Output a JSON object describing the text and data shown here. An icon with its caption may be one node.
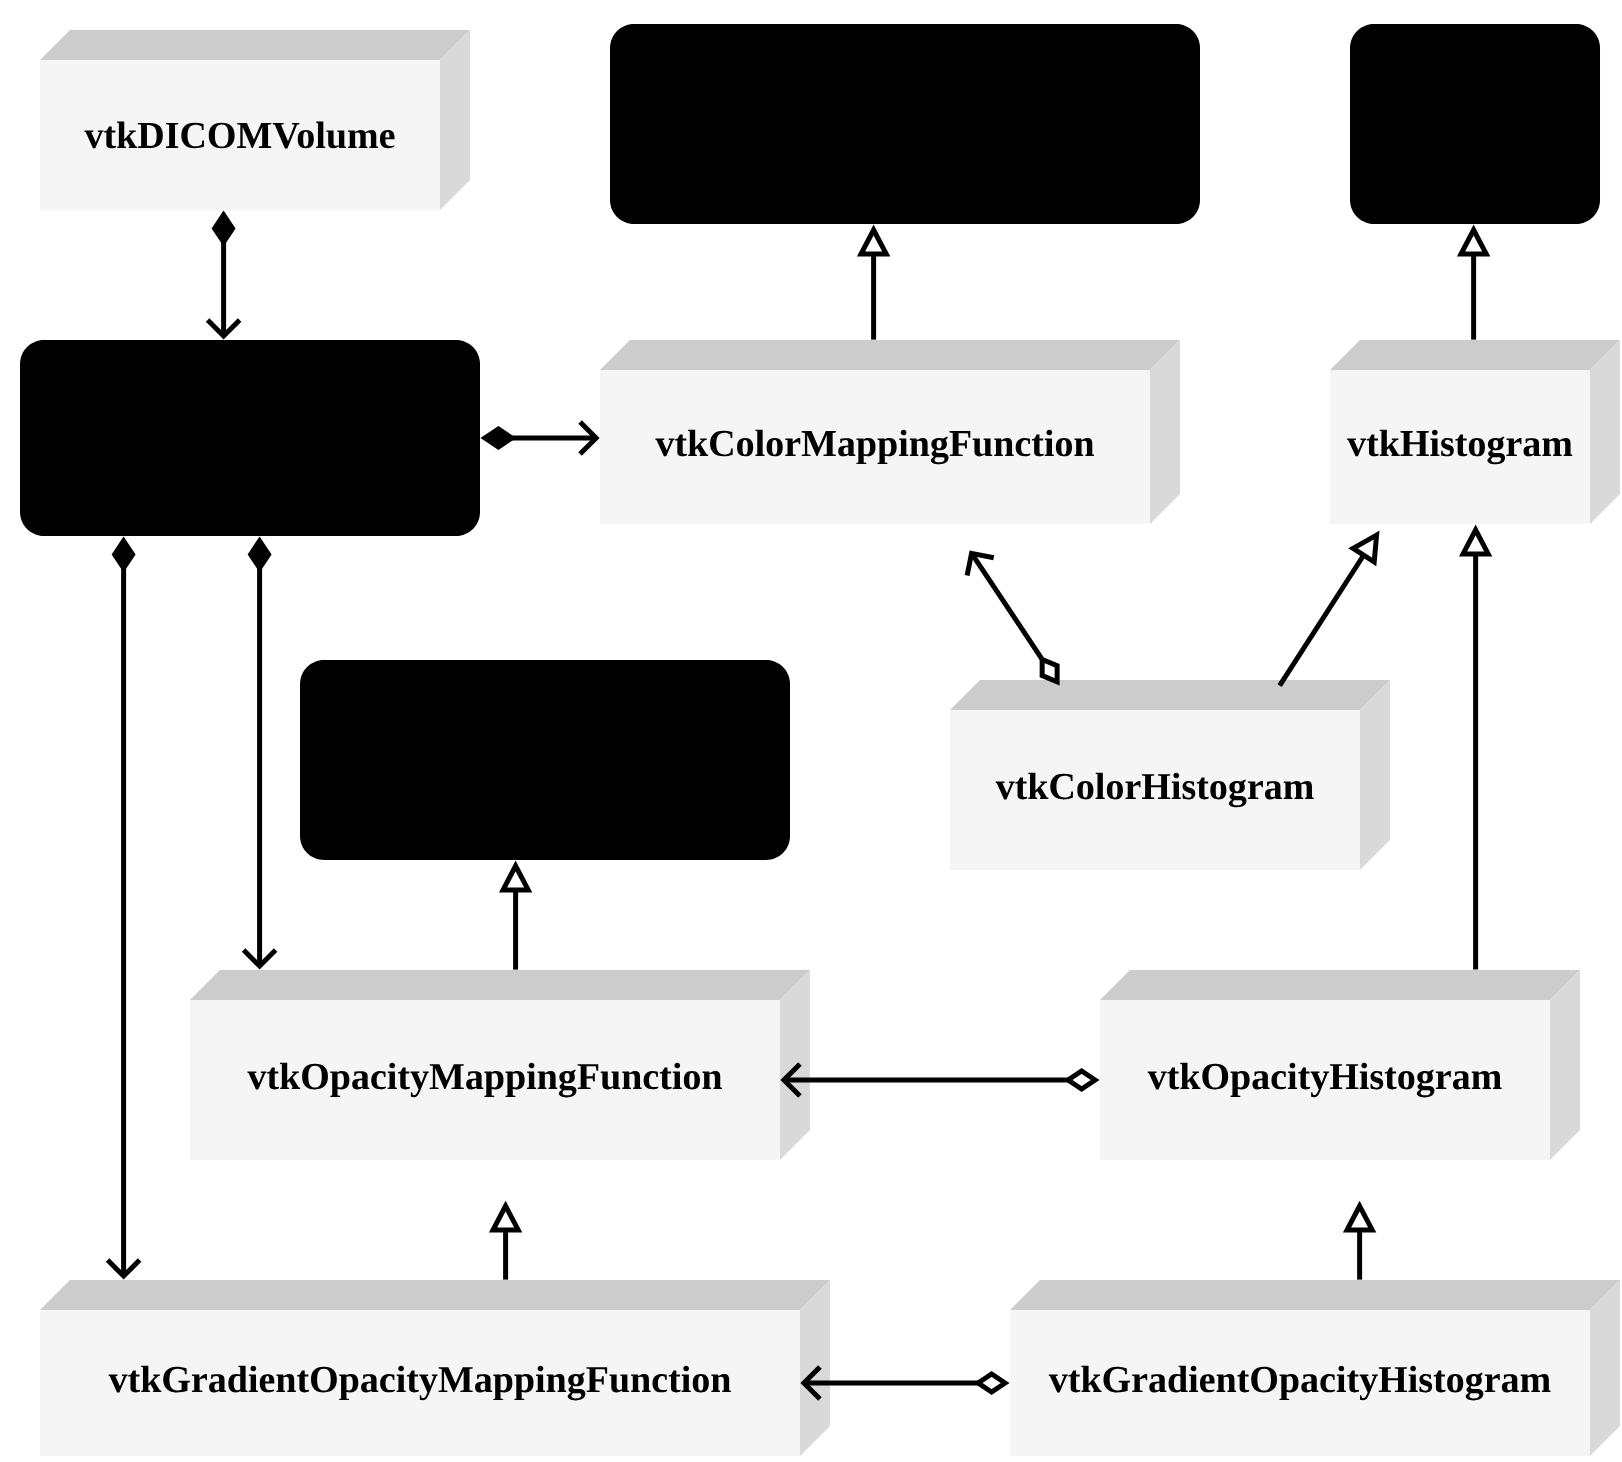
{
  "diagram": {
    "nodes": [
      {
        "text": [
          "vtkDICOMVolume"
        ]
      },
      {
        "text": [],
        "shape": "box"
      },
      {
        "text": [],
        "shape": "box"
      },
      {
        "text": [],
        "shape": "box"
      },
      {
        "text": [
          "vtkColorMappingFunction"
        ]
      },
      {
        "text": [
          "vtkHistogram"
        ]
      },
      {
        "text": [],
        "shape": "box"
      },
      {
        "text": [
          "vtkColorHistogram"
        ]
      },
      {
        "text": [
          "vtkOpacityMappingFunction"
        ]
      },
      {
        "text": [
          "vtkOpacityHistogram"
        ]
      },
      {
        "text": [
          "vtkGradientOpacityMappingFunction"
        ]
      },
      {
        "text": [
          "vtkGradientOpacityHistogram"
        ]
      }
    ],
    "edges": [
      {
        "from": 0,
        "to": 3,
        "arrow": "to"
      },
      {
        "from": 4,
        "to": 1,
        "arrow": "to"
      },
      {
        "from": 5,
        "to": 2,
        "arrow": "to"
      },
      {
        "from": 3,
        "to": 4,
        "arrow": "to"
      },
      {
        "from": 3,
        "to": 10,
        "arrow": "to"
      },
      {
        "from": 3,
        "to": 8,
        "arrow": "to"
      },
      {
        "from": 7,
        "to": 4,
        "arrow": "to"
      },
      {
        "from": 7,
        "to": 5,
        "arrow": "to"
      },
      {
        "from": 8,
        "to": 6,
        "arrow": "to"
      },
      {
        "from": 9,
        "to": 5,
        "arrow": "to"
      },
      {
        "from": 9,
        "to": 8,
        "arrow": "to"
      },
      {
        "from": 10,
        "to": 8,
        "arrow": "to"
      },
      {
        "from": 11,
        "to": 9,
        "arrow": "to"
      },
      {
        "from": 11,
        "to": 10,
        "arrow": "to"
      }
    ]
  }
}
